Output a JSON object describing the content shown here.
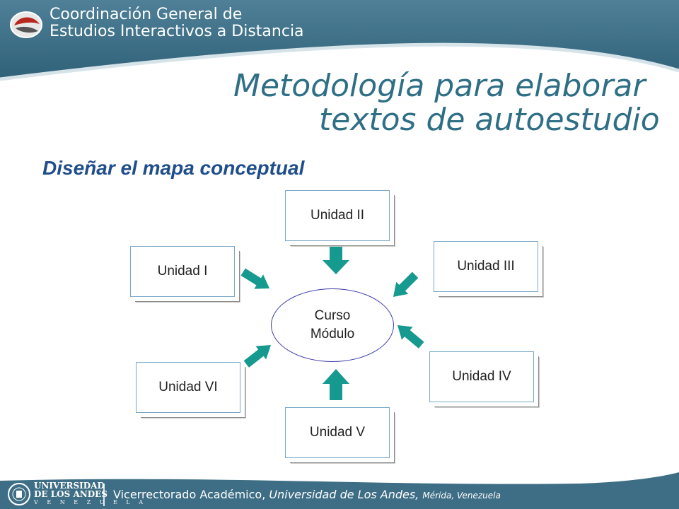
{
  "header": {
    "org_line1": "Coordinación General de",
    "org_line2": "Estudios Interactivos a Distancia",
    "bg_color": "#3e6e85",
    "accent_color": "#c0392b"
  },
  "slide": {
    "title_line1": "Metodología para elaborar",
    "title_line2": "textos de autoestudio",
    "subtitle": "Diseñar el mapa conceptual"
  },
  "diagram": {
    "center_line1": "Curso",
    "center_line2": "Módulo",
    "units": [
      "Unidad I",
      "Unidad II",
      "Unidad III",
      "Unidad IV",
      "Unidad V",
      "Unidad VI"
    ],
    "arrow_color": "#16998e"
  },
  "footer": {
    "university_line1": "UNIVERSIDAD",
    "university_line2": "DE LOS ANDES",
    "university_line3": "V E N E Z U E L A",
    "text_main": "Vicerrectorado Académico,",
    "text_italic": "Universidad de Los Andes,",
    "text_small": "Mérida, Venezuela"
  }
}
